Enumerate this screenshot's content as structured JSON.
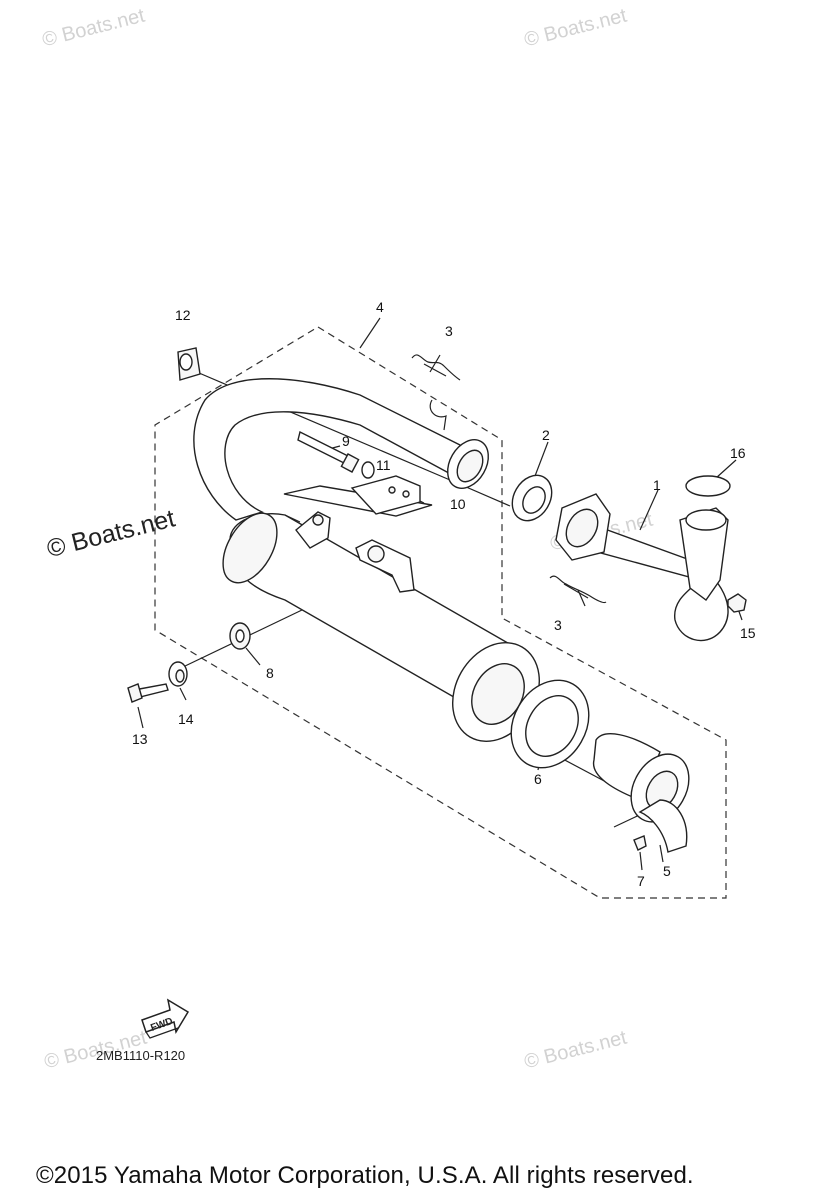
{
  "watermarks": {
    "top_left": "© Boats.net",
    "top_right": "© Boats.net",
    "center_left": "© Boats.net",
    "center_right": "© Boats.net",
    "bottom_left": "© Boats.net",
    "bottom_right": "© Boats.net"
  },
  "callouts": {
    "c1": "1",
    "c2": "2",
    "c3a": "3",
    "c3b": "3",
    "c4": "4",
    "c5": "5",
    "c6": "6",
    "c7": "7",
    "c8": "8",
    "c9": "9",
    "c10": "10",
    "c11": "11",
    "c12": "12",
    "c13": "13",
    "c14": "14",
    "c15": "15",
    "c16": "16"
  },
  "fwd_label": "FWD",
  "diagram_code": "2MB1110-R120",
  "copyright": "©2015 Yamaha Motor Corporation, U.S.A. All rights reserved."
}
